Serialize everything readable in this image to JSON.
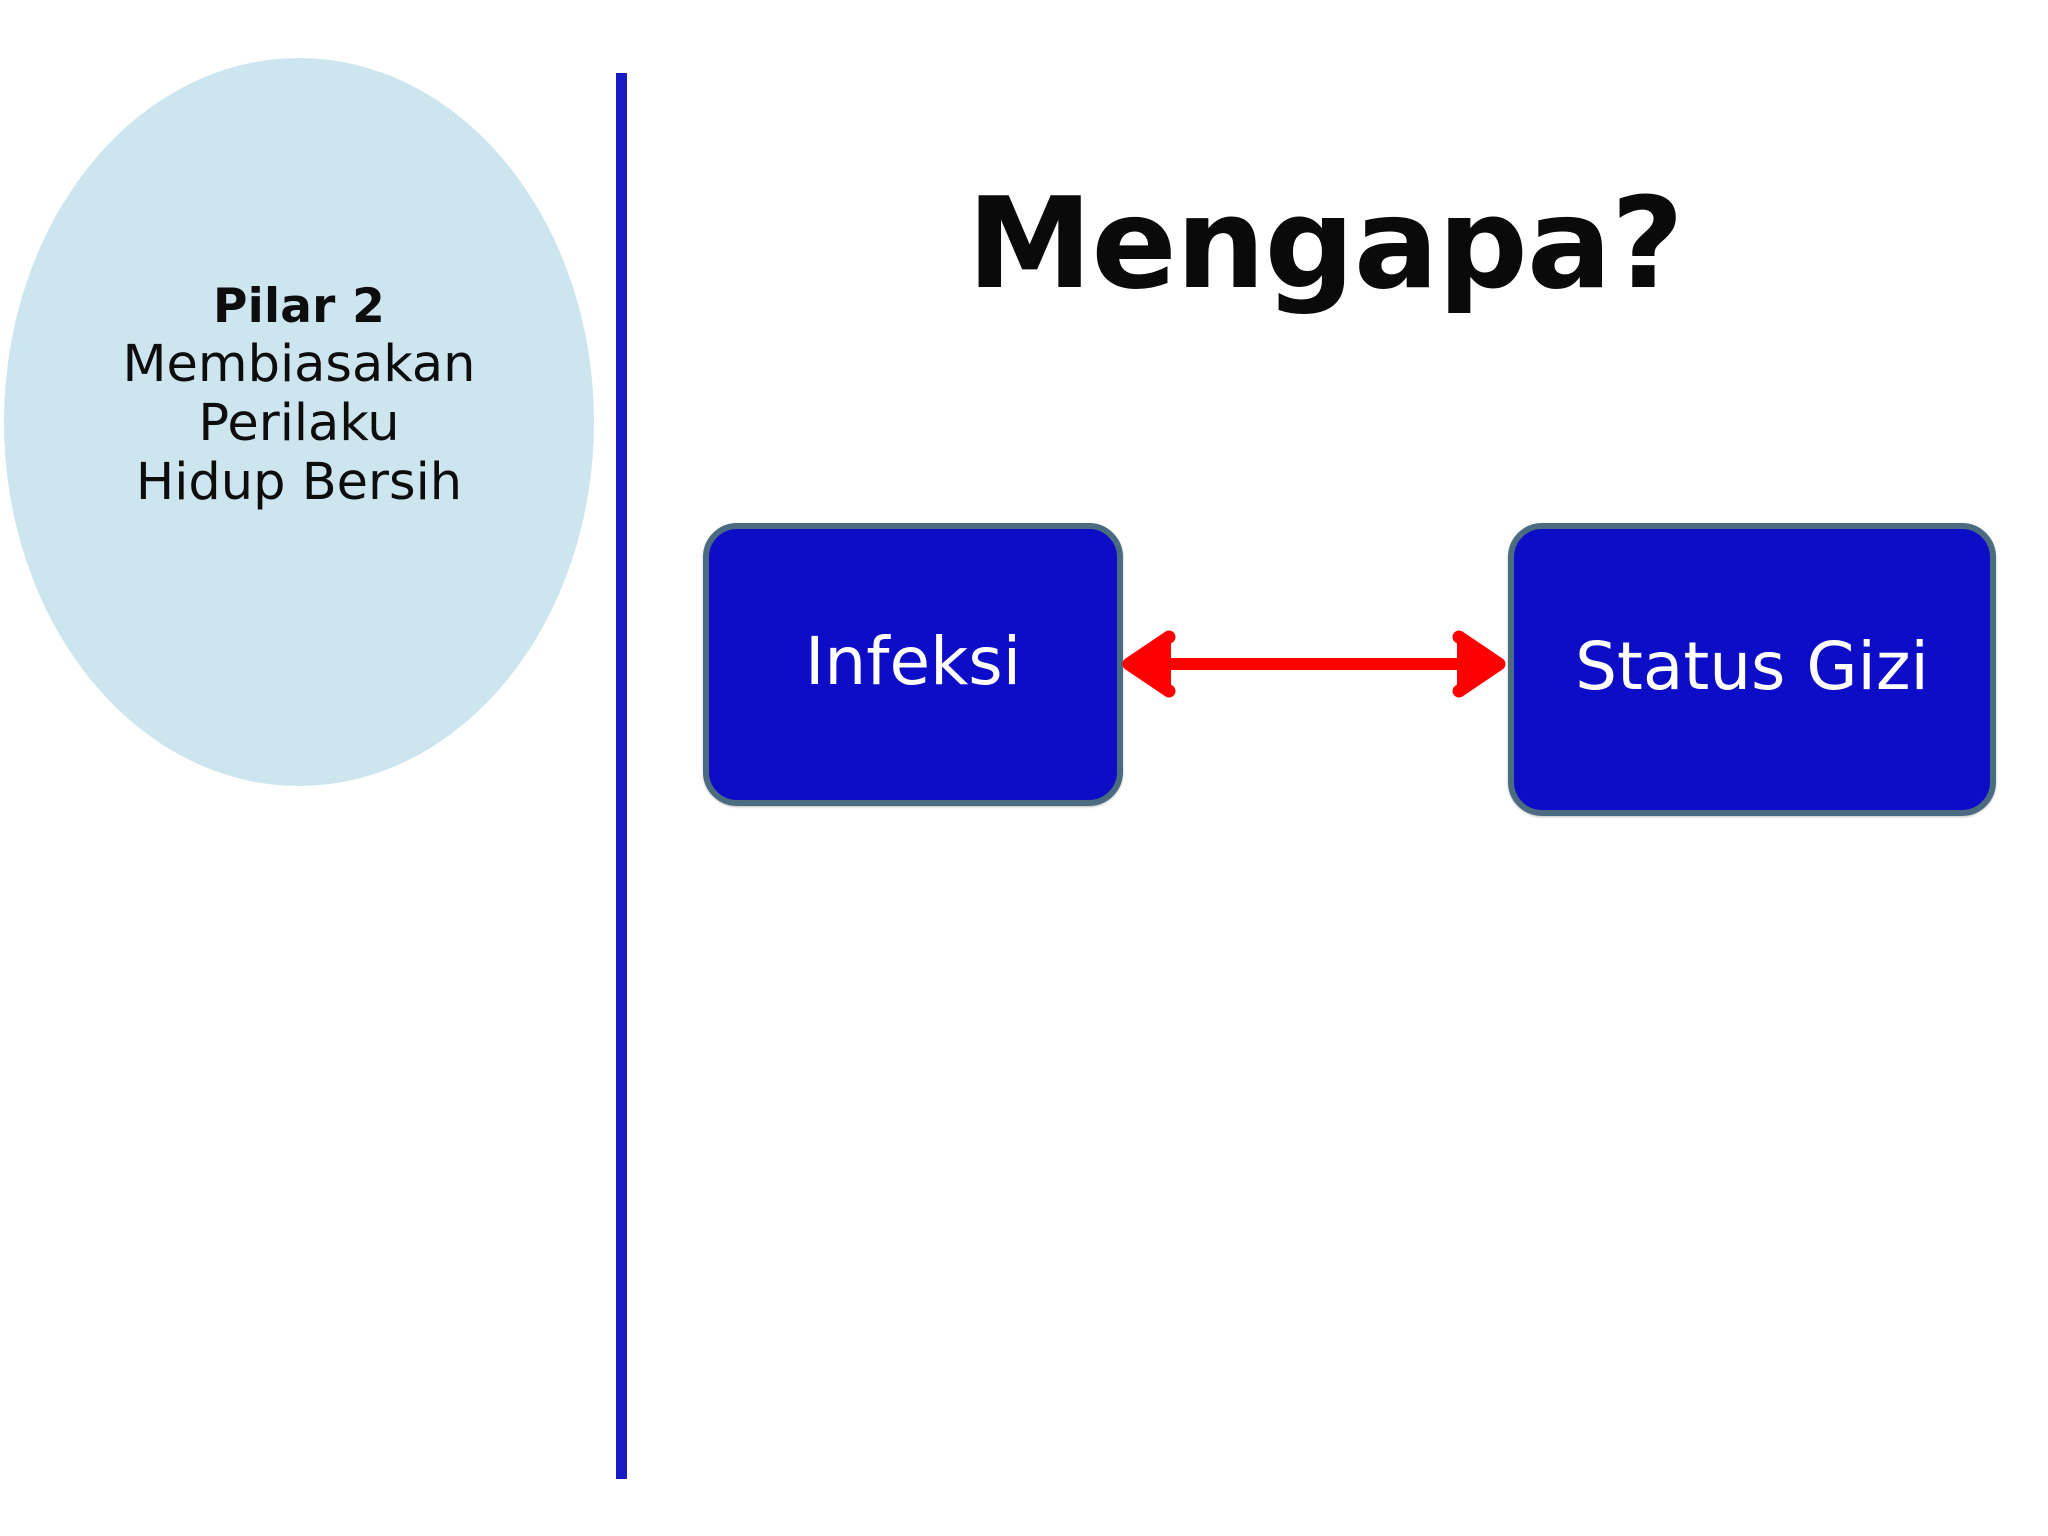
{
  "slide": {
    "background_color": "#ffffff",
    "title": "Mengapa?"
  },
  "pillar": {
    "shape": "ellipse",
    "fill_color": "#cde5ef",
    "title": "Pilar 2",
    "lines": [
      "Membiasakan",
      "Perilaku",
      "Hidup Bersih"
    ]
  },
  "divider": {
    "color": "#1a1ac4",
    "orientation": "vertical"
  },
  "diagram": {
    "box_fill_color": "#0d0dc8",
    "box_border_color": "#4a6b80",
    "arrow_color": "#ff0000",
    "nodes": [
      {
        "id": "infeksi",
        "label": "Infeksi"
      },
      {
        "id": "status-gizi",
        "label": "Status Gizi"
      }
    ],
    "connector": {
      "type": "double-headed-arrow",
      "from": "infeksi",
      "to": "status-gizi"
    }
  }
}
